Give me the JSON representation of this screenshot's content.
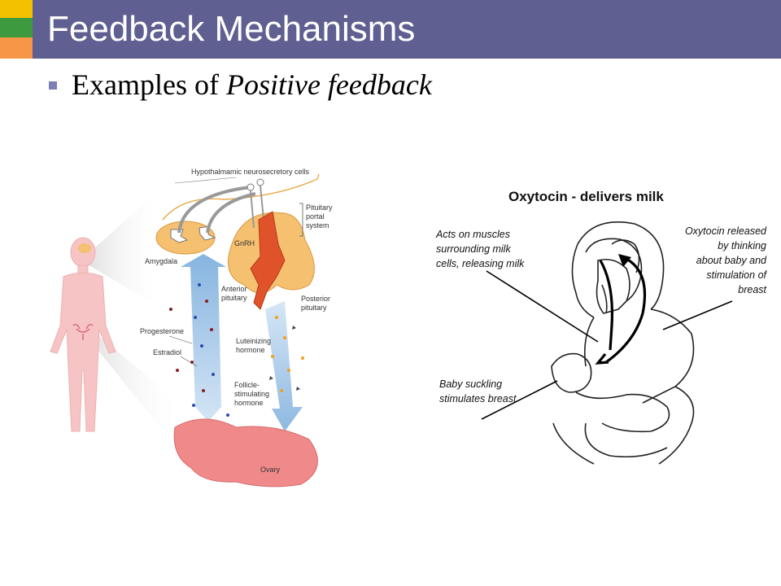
{
  "slide": {
    "title": "Feedback Mechanisms",
    "bullet_prefix": "Examples of ",
    "bullet_italic": "Positive feedback"
  },
  "left_figure": {
    "labels": {
      "hypothalamic": "Hypothalmamic neurosecretory cells",
      "pituitary_portal_1": "Pituitary",
      "pituitary_portal_2": "portal",
      "pituitary_portal_3": "system",
      "gnrh": "GnRH",
      "amygdala": "Amygdala",
      "anterior_1": "Anterior",
      "anterior_2": "pituitary",
      "posterior_1": "Posterior",
      "posterior_2": "pituitary",
      "progesterone": "Progesterone",
      "estradiol": "Estradiol",
      "lh_1": "Luteinizing",
      "lh_2": "hormone",
      "fsh_1": "Follicle-",
      "fsh_2": "stimulating",
      "fsh_3": "hormone",
      "ovary": "Ovary"
    },
    "colors": {
      "body": "#f6c4c4",
      "brain": "#f5c070",
      "ovary": "#f08a8a",
      "arrow_blue": "#7fb0dc",
      "pituitary_red": "#e0522a"
    }
  },
  "right_figure": {
    "title": "Oxytocin - delivers milk",
    "left_note": [
      "Acts on muscles",
      "surrounding milk",
      "cells, releasing milk"
    ],
    "right_note": [
      "Oxytocin released",
      "by thinking",
      "about baby and",
      "stimulation of",
      "breast"
    ],
    "bottom_note": [
      "Baby suckling",
      "stimulates breast"
    ]
  },
  "colors": {
    "title_bar": "#5f5f91",
    "corner_yellow": "#f2c200",
    "corner_green": "#3e9a3e",
    "corner_orange": "#f79646",
    "bullet": "#7b7fb3"
  }
}
